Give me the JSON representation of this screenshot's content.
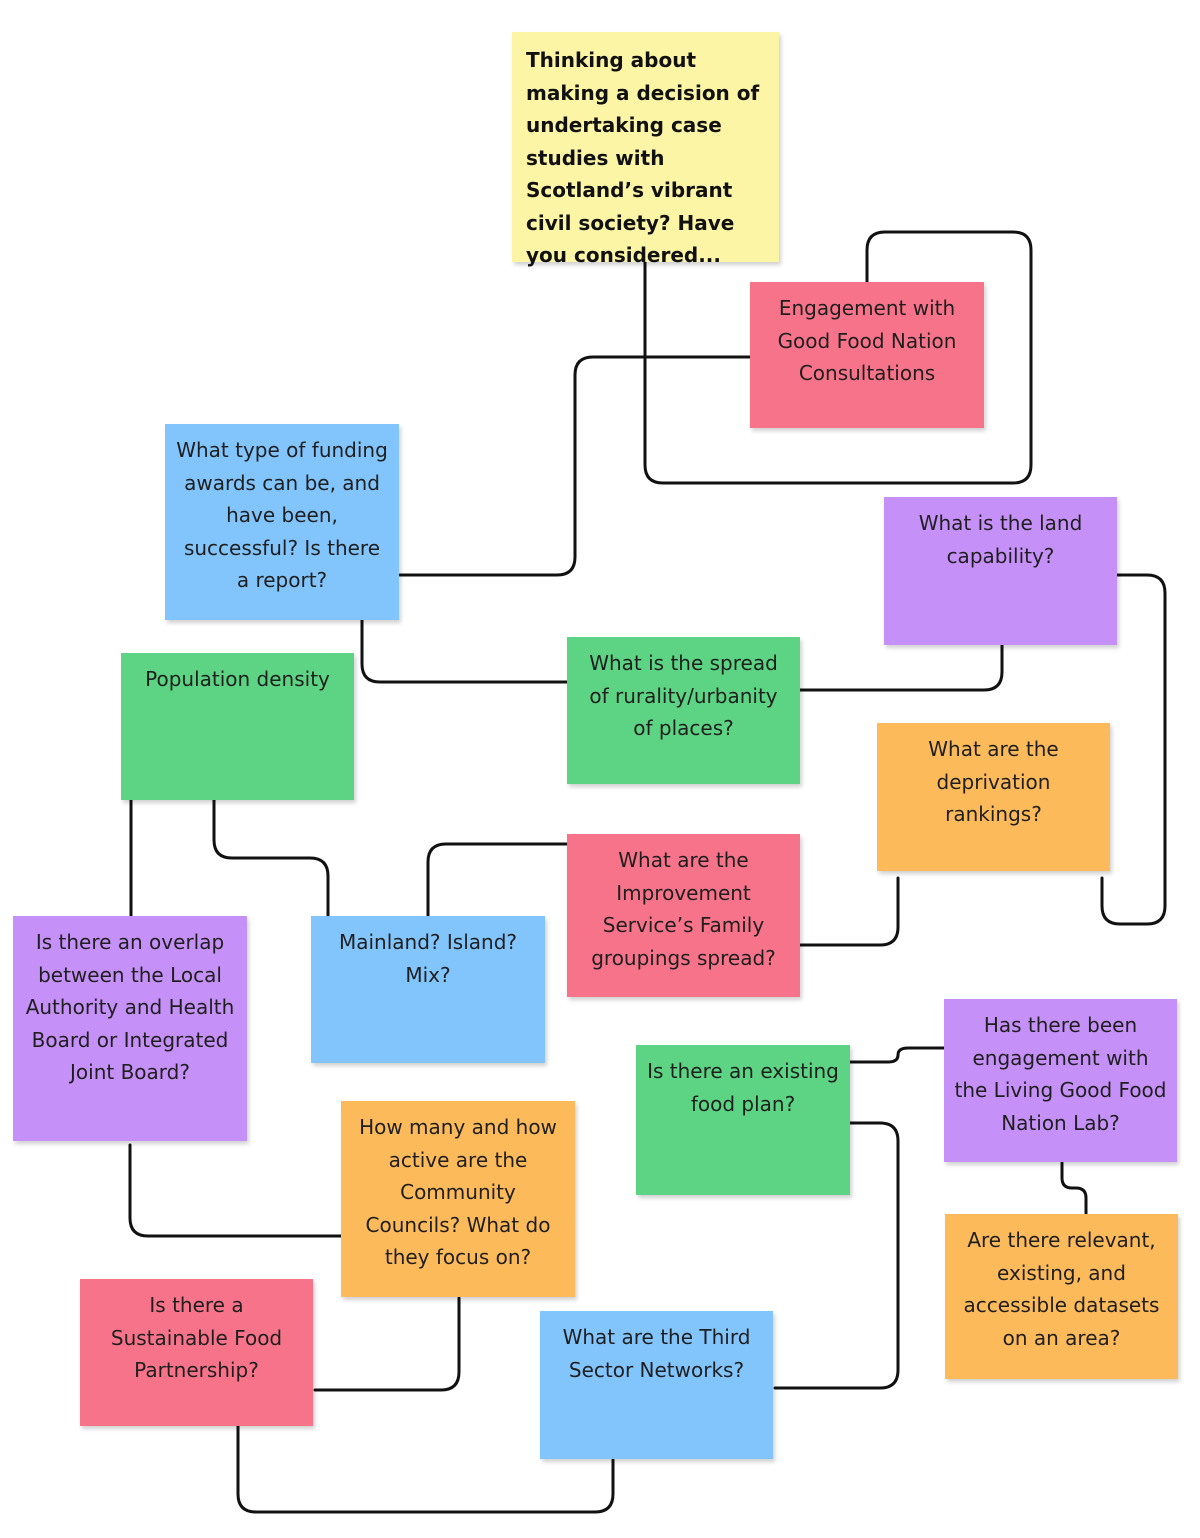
{
  "colors": {
    "yellow": "#fdf5a6",
    "red": "#f7738a",
    "blue": "#82c4fc",
    "purple": "#c590f7",
    "green": "#5cd483",
    "orange": "#fdba5a",
    "connector": "#111111"
  },
  "notes": {
    "start": "Thinking about making a decision of undertaking case studies with Scotland’s vibrant civil society? Have you considered...",
    "good_food_nation": "Engagement with Good Food Nation Consultations",
    "funding": "What type of funding awards can be, and have been, successful? Is there a report?",
    "land_capability": "What is the land capability?",
    "rurality": "What is the spread of rurality/urbanity of places?",
    "population_density": "Population density",
    "deprivation": "What are the deprivation rankings?",
    "improvement_service": "What are the Improvement Service’s Family groupings spread?",
    "mainland_island": "Mainland? Island? Mix?",
    "la_health_board": "Is there an overlap between the Local Authority and Health Board or Integrated Joint Board?",
    "food_plan": "Is there an existing food plan?",
    "living_lab": "Has there been engagement with the Living Good Food Nation Lab?",
    "community_councils": "How many and how active are the Community Councils? What do they focus on?",
    "datasets": "Are there relevant, existing, and accessible datasets on an area?",
    "sustainable_food": "Is there a Sustainable Food Partnership?",
    "third_sector": "What are the Third Sector Networks?"
  }
}
